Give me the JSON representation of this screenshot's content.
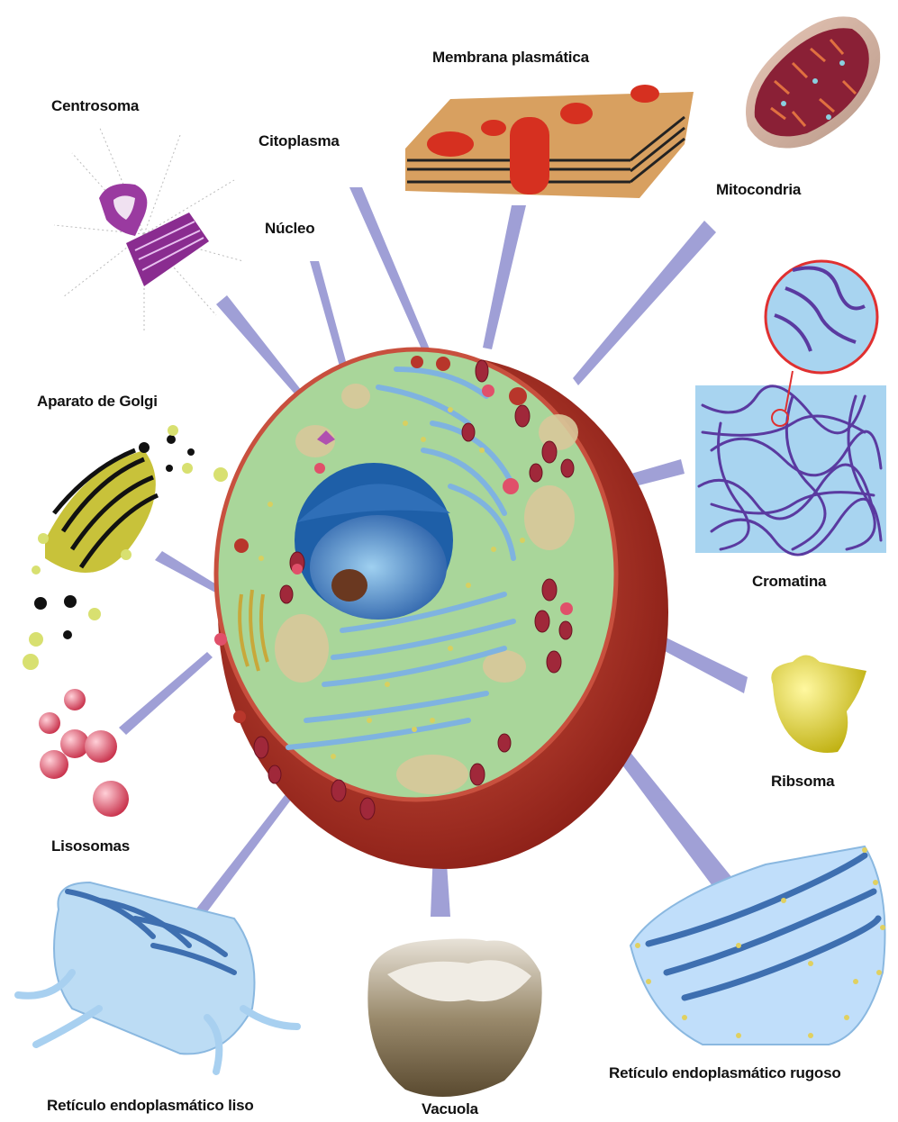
{
  "labels": {
    "membrana": "Membrana plasmática",
    "centrosoma": "Centrosoma",
    "citoplasma": "Citoplasma",
    "mitocondria": "Mitocondria",
    "nucleo": "Núcleo",
    "golgi": "Aparato de Golgi",
    "cromatina": "Cromatina",
    "ribosoma": "Ribsoma",
    "lisosomas": "Lisosomas",
    "rel": "Retículo endoplasmático liso",
    "vacuola": "Vacuola",
    "rer": "Retículo endoplasmático rugoso"
  },
  "colors": {
    "pointer": "#8f8fcf",
    "cytoplasm": "#a9d69a",
    "membrane_shell": "#b8362b",
    "nucleus": "#1e5fa8",
    "er": "#7fb3e0",
    "mitochondria": "#a0283a",
    "golgi": "#c8c23a",
    "lysosome": "#e06070",
    "ribosome": "#e0d020",
    "centrosome": "#9a3aa0",
    "chromatin": "#5a3aa0",
    "vacuole": "#8a7658"
  }
}
